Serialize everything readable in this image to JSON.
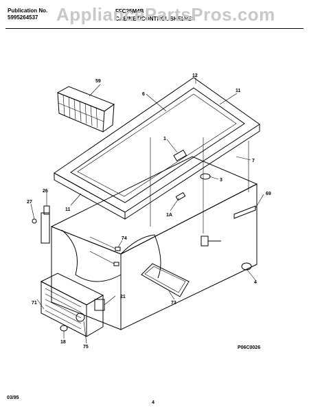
{
  "header": {
    "publication_label": "Publication No.",
    "publication_number": "5995264537",
    "model": "FFC25M4B",
    "section_title": "CABINET/CONTROL/SHELVES"
  },
  "watermark": "AppliancePartsPros.com",
  "callouts": {
    "c59": "59",
    "c12": "12",
    "c6": "6",
    "c11a": "11",
    "c1": "1",
    "c7": "7",
    "c3": "3",
    "c26": "26",
    "c27": "27",
    "c69": "69",
    "c11b": "11",
    "c1a": "1A",
    "c74": "74",
    "c4": "4",
    "c71": "71",
    "c21": "21",
    "c73": "73",
    "c18": "18",
    "c75": "75"
  },
  "diagram_code": "P06C0026",
  "footer": {
    "date": "03/95",
    "page": "4"
  }
}
